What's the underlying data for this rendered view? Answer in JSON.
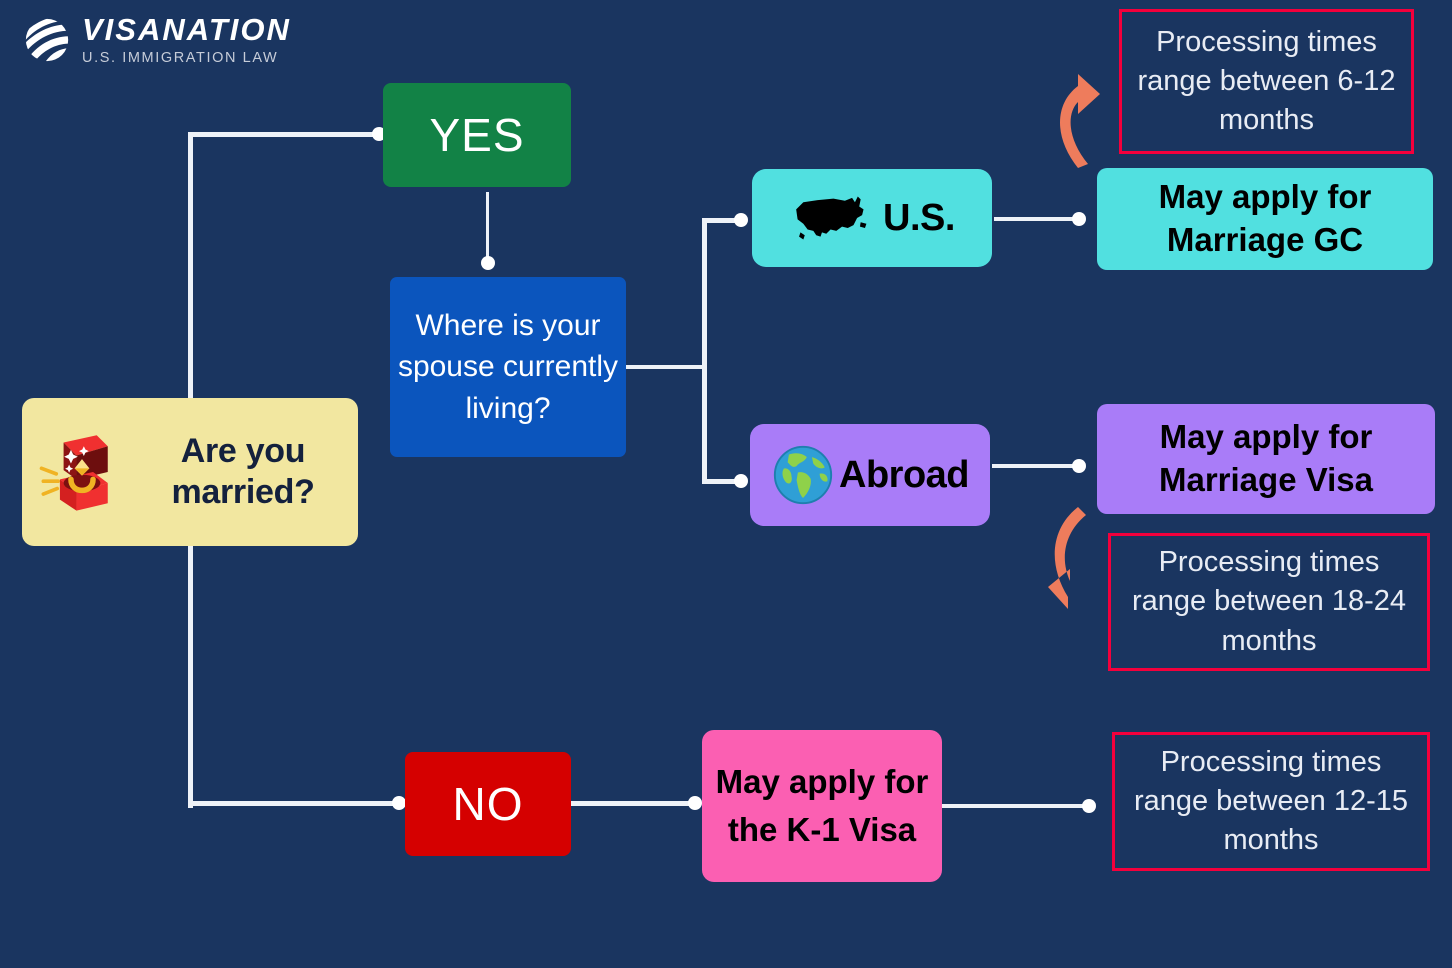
{
  "background_color": "#1a3560",
  "logo": {
    "icon": "globe-stripes-icon",
    "name": "VISANATION",
    "subtitle": "U.S. IMMIGRATION LAW"
  },
  "nodes": {
    "married": {
      "label": "Are you married?",
      "icon": "ring-box-icon",
      "color": "#f2e7a0",
      "text_color": "#14213d"
    },
    "yes": {
      "label": "YES",
      "color": "#128246",
      "text_color": "#ffffff"
    },
    "no": {
      "label": "NO",
      "color": "#d50000",
      "text_color": "#ffffff"
    },
    "where": {
      "label": "Where is your spouse currently living?",
      "color": "#0b55bd",
      "text_color": "#ffffff"
    },
    "us": {
      "label": "U.S.",
      "icon": "us-map-icon",
      "color": "#51e0e0",
      "text_color": "#000000"
    },
    "abroad": {
      "label": "Abroad",
      "icon": "globe-americas-icon",
      "color": "#a97cf8",
      "text_color": "#000000"
    },
    "marriage_gc": {
      "label": "May apply for Marriage GC",
      "color": "#51e0e0",
      "text_color": "#000000"
    },
    "marriage_visa": {
      "label": "May apply for Marriage Visa",
      "color": "#a97cf8",
      "text_color": "#000000"
    },
    "k1_visa": {
      "label": "May apply for the K-1 Visa",
      "color": "#fb5fb2",
      "text_color": "#000000"
    }
  },
  "notes": {
    "border_color": "#f4003c",
    "text_color": "#e8ecf4",
    "gc_processing": "Processing times range between 6-12 months",
    "marriage_visa_processing": "Processing times range between 18-24 months",
    "k1_processing": "Processing times range between 12-15 months"
  },
  "arrows": {
    "color": "#ee7c5c",
    "up": "curved-arrow-up-icon",
    "down": "curved-arrow-down-icon"
  },
  "connector": {
    "line_color": "#eef2f8",
    "dot_color": "#ffffff"
  }
}
